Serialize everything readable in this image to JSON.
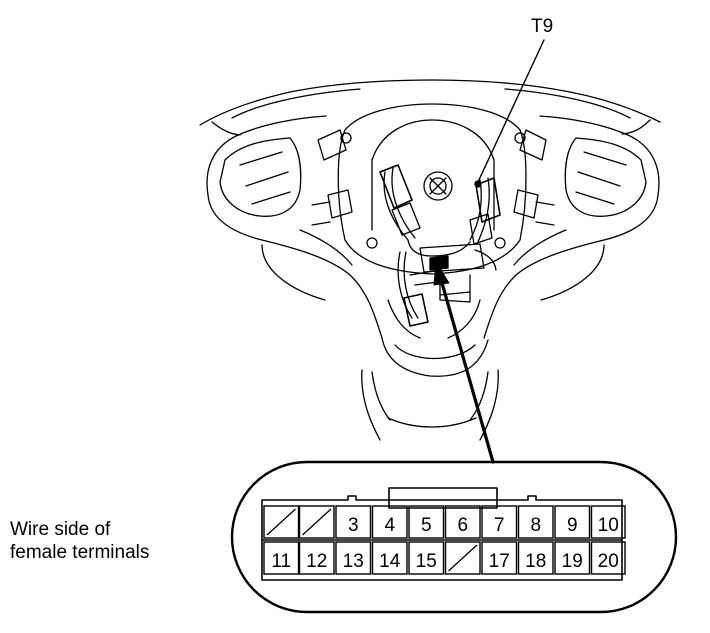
{
  "callouts": {
    "terminal": "T9",
    "side_line1": "Wire side of",
    "side_line2": "female terminals"
  },
  "connector": {
    "top_row": [
      "",
      "",
      "3",
      "4",
      "5",
      "6",
      "7",
      "8",
      "9",
      "10"
    ],
    "bottom_row": [
      "11",
      "12",
      "13",
      "14",
      "15",
      "",
      "17",
      "18",
      "19",
      "20"
    ],
    "blank_cells": [
      "1",
      "2",
      "16"
    ]
  }
}
